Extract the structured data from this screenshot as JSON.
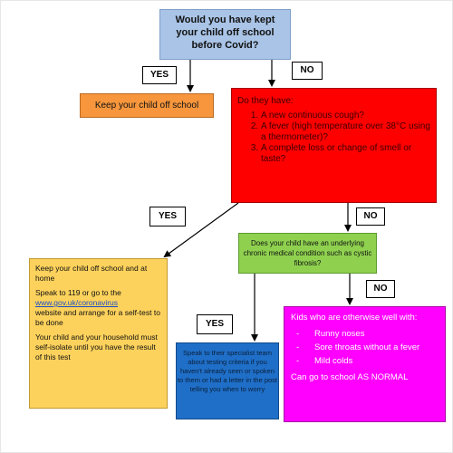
{
  "question_top": {
    "line1": "Would you have kept",
    "line2": "your child off school",
    "line3": "before Covid?"
  },
  "labels": {
    "yes_1": "YES",
    "no_1": "NO",
    "yes_2": "YES",
    "no_2": "NO",
    "no_3": "NO",
    "yes_3": "YES"
  },
  "keep_off": "Keep your child off school",
  "symptoms": {
    "heading": "Do they have:",
    "items": [
      "A new continuous cough?",
      "A fever (high temperature over 38°C using a thermometer)?",
      "A complete loss or change of smell or taste?"
    ]
  },
  "condition_question": "Does your child have an underlying chronic medical condition such as cystic fibrosis?",
  "self_isolate": {
    "p1": "Keep your child off school and at home",
    "p2_before": "Speak to 119 or go to the",
    "p2_link": "www.gov.uk/coronavirus",
    "p2_after": "website and arrange for a self-test to be done",
    "p3": "Your child and your household must self-isolate until you have the result of this test"
  },
  "specialist": "Speak to their specialist team about testing criteria if you haven't already seen or spoken to them or had a letter in the post telling you when to worry",
  "normal": {
    "intro": "Kids who are otherwise well with:",
    "items": [
      "Runny noses",
      "Sore throats without a fever",
      "Mild colds"
    ],
    "outro": "Can go to school AS NORMAL"
  }
}
